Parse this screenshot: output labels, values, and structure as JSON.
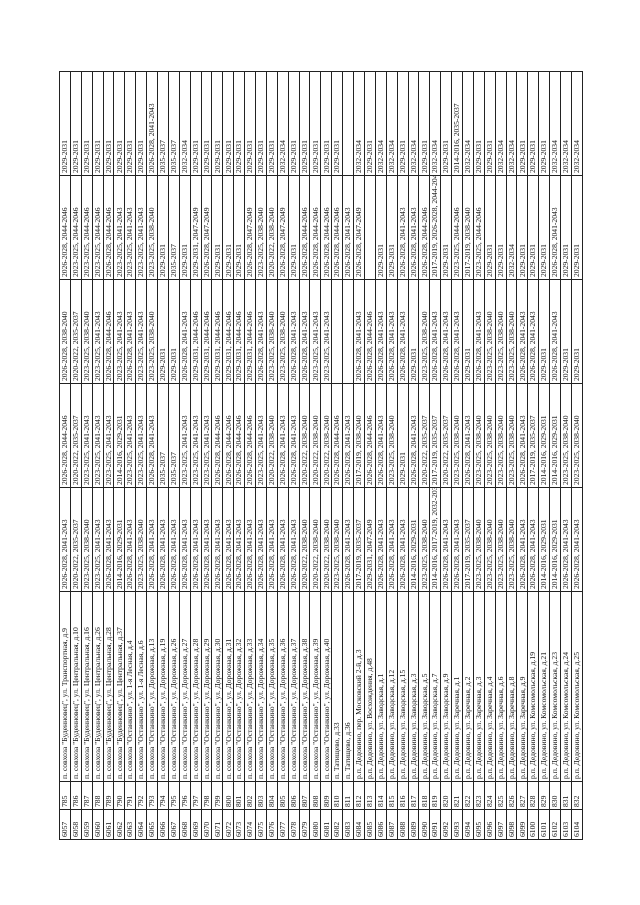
{
  "table": {
    "rows": [
      [
        "6057",
        "785",
        "п. совхоза \"Буденновец\", ул. Транспортная, д.9",
        "2026-2028, 2041-2043",
        "2026-2028, 2044-2046",
        "2026-2028, 2038-2040",
        "2026-2028, 2044-2046",
        "2029-2031"
      ],
      [
        "6058",
        "786",
        "п. совхоза \"Буденновец\", ул. Центральная, д.10",
        "2020-2022, 2035-2037",
        "2020-2022, 2035-2037",
        "2020-2022, 2035-2037",
        "2023-2025, 2044-2046",
        "2029-2031"
      ],
      [
        "6059",
        "787",
        "п. совхоза \"Буденновец\", ул. Центральная, д.16",
        "2023-2025, 2038-2040",
        "2023-2025, 2041-2043",
        "2023-2025, 2038-2040",
        "2023-2025, 2044-2046",
        "2029-2031"
      ],
      [
        "6060",
        "788",
        "п. совхоза \"Буденновец\", ул. Центральная, д.26",
        "2023-2025, 2041-2043",
        "2023-2025, 2041-2043",
        "2023-2025, 2041-2043",
        "2023-2025, 2044-2046",
        "2029-2031"
      ],
      [
        "6061",
        "789",
        "п. совхоза \"Буденновец\", ул. Центральная, д.28",
        "2026-2028, 2041-2043",
        "2023-2025, 2041-2043",
        "2026-2028, 2044-2046",
        "2026-2028, 2044-2046",
        "2029-2031"
      ],
      [
        "6062",
        "790",
        "п. совхоза \"Буденновец\", ул. Центральная, д.37",
        "2014-2016, 2029-2031",
        "2014-2016, 2029-2031",
        "2023-2025, 2041-2043",
        "2023-2025, 2041-2043",
        "2029-2031"
      ],
      [
        "6063",
        "791",
        "п. совхоза \"Останкино\", ул. 1-я Лесная, д.4",
        "2026-2028, 2041-2043",
        "2023-2025, 2041-2043",
        "2026-2028, 2041-2043",
        "2023-2025, 2041-2043",
        "2029-2031"
      ],
      [
        "6064",
        "792",
        "п. совхоза \"Останкино\", ул. 1-я Лесная, д.6",
        "2023-2025, 2038-2040",
        "2023-2025, 2041-2043",
        "2023-2025, 2041-2043",
        "2023-2025, 2041-2043",
        "2029-2031"
      ],
      [
        "6065",
        "793",
        "п. совхоза \"Останкино\", ул. Дорожная, д.13",
        "2026-2028, 2041-2043",
        "2026-2028, 2041-2043",
        "2023-2025, 2038-2040",
        "2023-2025, 2038-2040",
        "2026-2028, 2041-2043"
      ],
      [
        "6066",
        "794",
        "п. совхоза \"Останкино\", ул. Дорожная, д.19",
        "2026-2028, 2041-2043",
        "2035-2037",
        "2029-2031",
        "2029-2031",
        "2035-2037"
      ],
      [
        "6067",
        "795",
        "п. совхоза \"Останкино\", ул. Дорожная, д.26",
        "2026-2028, 2041-2043",
        "2035-2037",
        "2029-2031",
        "2035-2037",
        "2035-2037"
      ],
      [
        "6068",
        "796",
        "п. совхоза \"Останкино\", ул. Дорожная, д.27",
        "2026-2028, 2041-2043",
        "2023-2025, 2041-2043",
        "2026-2028, 2041-2043",
        "2029-2031",
        "2032-2034"
      ],
      [
        "6069",
        "797",
        "п. совхоза \"Останкино\", ул. Дорожная, д.28",
        "2026-2028, 2041-2043",
        "2023-2025, 2041-2043",
        "2029-2031, 2044-2046",
        "2029-2031, 2047-2049",
        "2029-2031"
      ],
      [
        "6070",
        "798",
        "п. совхоза \"Останкино\", ул. Дорожная, д.29",
        "2026-2028, 2041-2043",
        "2023-2025, 2041-2043",
        "2029-2031, 2044-2046",
        "2026-2028, 2047-2049",
        "2029-2031"
      ],
      [
        "6071",
        "799",
        "п. совхоза \"Останкино\", ул. Дорожная, д.30",
        "2026-2028, 2041-2043",
        "2026-2028, 2044-2046",
        "2029-2031, 2044-2046",
        "2029-2031",
        "2029-2031"
      ],
      [
        "6072",
        "800",
        "п. совхоза \"Останкино\", ул. Дорожная, д.31",
        "2026-2028, 2041-2043",
        "2026-2028, 2044-2046",
        "2029-2031, 2044-2046",
        "2029-2031",
        "2029-2031"
      ],
      [
        "6073",
        "801",
        "п. совхоза \"Останкино\", ул. Дорожная, д.32",
        "2026-2028, 2041-2043",
        "2026-2028, 2044-2046",
        "2029-2031, 2044-2046",
        "2029-2031",
        "2029-2031"
      ],
      [
        "6074",
        "802",
        "п. совхоза \"Останкино\", ул. Дорожная, д.33",
        "2026-2028, 2041-2043",
        "2026-2028, 2044-2046",
        "2029-2031, 2044-2046",
        "2026-2028, 2047-2049",
        "2029-2031"
      ],
      [
        "6075",
        "803",
        "п. совхоза \"Останкино\", ул. Дорожная, д.34",
        "2026-2028, 2041-2043",
        "2023-2025, 2041-2043",
        "2026-2028, 2041-2043",
        "2023-2025, 2038-2040",
        "2029-2031"
      ],
      [
        "6076",
        "804",
        "п. совхоза \"Останкино\", ул. Дорожная, д.35",
        "2026-2028, 2041-2043",
        "2020-2022, 2038-2040",
        "2023-2025, 2038-2040",
        "2020-2022, 2038-2040",
        "2029-2031"
      ],
      [
        "6077",
        "805",
        "п. совхоза \"Останкино\", ул. Дорожная, д.36",
        "2026-2028, 2041-2043",
        "2026-2028, 2041-2043",
        "2023-2025, 2038-2040",
        "2026-2028, 2047-2049",
        "2032-2034"
      ],
      [
        "6078",
        "806",
        "п. совхоза \"Останкино\", ул. Дорожная, д.37",
        "2026-2028, 2041-2043",
        "2026-2028, 2041-2043",
        "2026-2028, 2041-2043",
        "2029-2031",
        "2029-2031"
      ],
      [
        "6079",
        "807",
        "п. совхоза \"Останкино\", ул. Дорожная, д.38",
        "2020-2022, 2038-2040",
        "2020-2022, 2038-2040",
        "2026-2028, 2041-2043",
        "2026-2028, 2044-2046",
        "2029-2031"
      ],
      [
        "6080",
        "808",
        "п. совхоза \"Останкино\", ул. Дорожная, д.39",
        "2020-2022, 2038-2040",
        "2020-2022, 2038-2040",
        "2023-2025, 2041-2043",
        "2026-2028, 2044-2046",
        "2029-2031"
      ],
      [
        "6081",
        "809",
        "п. совхоза \"Останкино\", ул. Дорожная, д.40",
        "2020-2022, 2038-2040",
        "2020-2022, 2038-2040",
        "2023-2025, 2041-2043",
        "2026-2028, 2044-2046",
        "2029-2031"
      ],
      [
        "6082",
        "810",
        "п. Татищево, д.33",
        "2023-2025, 2038-2040",
        "2026-2028, 2044-2046",
        "",
        "2026-2028, 2044-2046",
        "2029-2031"
      ],
      [
        "6083",
        "811",
        "п. Татищево, д.36",
        "2026-2028, 2041-2043",
        "2026-2028, 2041-2043",
        "",
        "2026-2028, 2041-2043",
        ""
      ],
      [
        "6084",
        "812",
        "р.п. Дедовино, пер. Московский 2-й, д.3",
        "2017-2019, 2035-2037",
        "2017-2019, 2038-2040",
        "2026-2028, 2041-2043",
        "2026-2028, 2047-2049",
        "2032-2034"
      ],
      [
        "6085",
        "813",
        "р.п. Дедовино, ул. Восхождения, д.48",
        "2029-2031, 2047-2049",
        "2026-2028, 2044-2046",
        "2026-2028, 2044-2046",
        "",
        "2029-2031"
      ],
      [
        "6086",
        "814",
        "р.п. Дедовино, ул. Заводская, д.1",
        "2026-2028, 2041-2043",
        "2026-2028, 2041-2043",
        "2026-2028, 2041-2043",
        "2029-2031",
        "2032-2034"
      ],
      [
        "6087",
        "815",
        "р.п. Дедовино, ул. Заводская, д.12",
        "2026-2028, 2041-2043",
        "2023-2025, 2038-2040",
        "2026-2028, 2041-2043",
        "2029-2031",
        "2032-2034"
      ],
      [
        "6088",
        "816",
        "р.п. Дедовино, ул. Заводская, д.15",
        "2026-2028, 2041-2043",
        "2029-2031",
        "2026-2028, 2041-2043",
        "2026-2028, 2041-2043",
        "2029-2031"
      ],
      [
        "6089",
        "817",
        "р.п. Дедовино, ул. Заводская, д.3",
        "2014-2016, 2029-2031",
        "2026-2028, 2041-2043",
        "2029-2031",
        "2026-2028, 2041-2043",
        "2032-2034"
      ],
      [
        "6090",
        "818",
        "р.п. Дедовино, ул. Заводская, д.5",
        "2023-2025, 2038-2040",
        "2020-2022, 2035-2037",
        "2023-2025, 2038-2040",
        "2026-2028, 2044-2046",
        "2029-2031"
      ],
      [
        "6091",
        "819",
        "р.п. Дедовино, ул. Заводская, д.7",
        "2014-2016, 2017-2019, 2032-2034",
        "2017-2019, 2035-2037",
        "2026-2028, 2041-2043",
        "2017-2019, 2026-2028, 2044-2046",
        "2032-2034"
      ],
      [
        "6092",
        "820",
        "р.п. Дедовино, ул. Заводская, д.9",
        "2026-2028, 2041-2043",
        "2020-2022, 2035-2037",
        "2026-2028, 2041-2043",
        "2029-2031",
        "2029-2031"
      ],
      [
        "6093",
        "821",
        "р.п. Дедовино, ул. Заречная, д.1",
        "2026-2028, 2041-2043",
        "2023-2025, 2038-2040",
        "2026-2028, 2041-2043",
        "2023-2025, 2044-2046",
        "2014-2016, 2035-2037"
      ],
      [
        "6094",
        "822",
        "р.п. Дедовино, ул. Заречная, д.2",
        "2017-2019, 2035-2037",
        "2026-2028, 2041-2043",
        "2029-2031",
        "2017-2019, 2038-2040",
        "2032-2034"
      ],
      [
        "6095",
        "823",
        "р.п. Дедовино, ул. Заречная, д.3",
        "2023-2025, 2038-2040",
        "2023-2025, 2038-2040",
        "2026-2028, 2041-2043",
        "2023-2025, 2044-2046",
        "2029-2031"
      ],
      [
        "6096",
        "824",
        "р.п. Дедовино, ул. Заречная, д.4",
        "2023-2025, 2038-2040",
        "2023-2025, 2038-2040",
        "2023-2025, 2038-2040",
        "2029-2031",
        "2029-2031"
      ],
      [
        "6097",
        "825",
        "р.п. Дедовино, ул. Заречная, д.6",
        "2023-2025, 2038-2040",
        "2023-2025, 2038-2040",
        "2023-2025, 2038-2040",
        "2029-2031",
        "2032-2034"
      ],
      [
        "6098",
        "826",
        "р.п. Дедовино, ул. Заречная, д.8",
        "2023-2025, 2038-2040",
        "2023-2025, 2038-2040",
        "2023-2025, 2038-2040",
        "2032-2034",
        "2032-2034"
      ],
      [
        "6099",
        "827",
        "р.п. Дедовино, ул. Заречная, д.9",
        "2026-2028, 2041-2043",
        "2026-2028, 2041-2043",
        "2026-2028, 2041-2043",
        "2029-2031",
        "2029-2031"
      ],
      [
        "6100",
        "828",
        "р.п. Дедовино, ул. Комсомольская, д.19",
        "2026-2028, 2041-2043",
        "2017-2019, 2035-2037",
        "2026-2028, 2041-2043",
        "2029-2031",
        "2029-2031"
      ],
      [
        "6101",
        "829",
        "р.п. Дедовино, ул. Комсомольская, д.21",
        "2014-2016, 2029-2031",
        "2014-2016, 2029-2031",
        "2029-2031",
        "2029-2031",
        "2029-2031"
      ],
      [
        "6102",
        "830",
        "р.п. Дедовино, ул. Комсомольская, д.23",
        "2014-2016, 2029-2031",
        "2014-2016, 2029-2031",
        "2026-2028, 2041-2043",
        "2026-2028, 2041-2043",
        "2032-2034"
      ],
      [
        "6103",
        "831",
        "р.п. Дедовино, ул. Комсомольская, д.24",
        "2026-2028, 2041-2043",
        "2023-2025, 2038-2040",
        "2029-2031",
        "2029-2031",
        "2032-2034"
      ],
      [
        "6104",
        "832",
        "р.п. Дедовино, ул. Комсомольская, д.25",
        "2026-2028, 2041-2043",
        "2023-2025, 2038-2040",
        "2029-2031",
        "2029-2031",
        "2032-2034"
      ]
    ]
  }
}
